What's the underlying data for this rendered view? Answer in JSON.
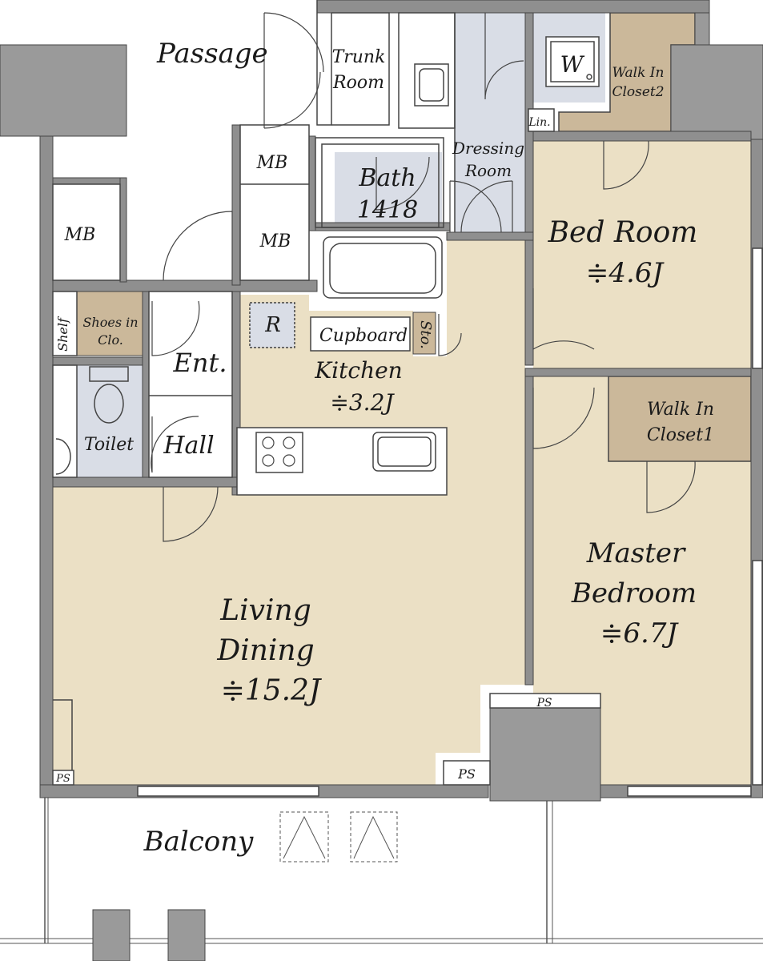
{
  "colors": {
    "wall": "#8f8f8f",
    "wall_dark": "#9a9a9a",
    "floor": "#ebe0c5",
    "closet": "#cbb89a",
    "wet": "#d9dde6",
    "white": "#ffffff",
    "line": "#444444"
  },
  "labels": {
    "passage": "Passage",
    "trunk_1": "Trunk",
    "trunk_2": "Room",
    "washer": "W",
    "walkin2_1": "Walk In",
    "walkin2_2": "Closet2",
    "lin": "Lin.",
    "mb_top": "MB",
    "mb_mid": "MB",
    "mb_left": "MB",
    "bath_1": "Bath",
    "bath_2": "1418",
    "dressing_1": "Dressing",
    "dressing_2": "Room",
    "bed_room_1": "Bed Room",
    "bed_room_2": "≑4.6J",
    "shelf": "Shelf",
    "shoes_1": "Shoes in",
    "shoes_2": "Clo.",
    "fridge": "R",
    "cupboard": "Cupboard",
    "storage": "Sto.",
    "entrance": "Ent.",
    "kitchen_1": "Kitchen",
    "kitchen_2": "≑3.2J",
    "walkin1_1": "Walk In",
    "walkin1_2": "Closet1",
    "toilet": "Toilet",
    "hall": "Hall",
    "master_1": "Master",
    "master_2": "Bedroom",
    "master_3": "≑6.7J",
    "living_1": "Living",
    "living_2": "Dining",
    "living_3": "≑15.2J",
    "ps_right": "PS",
    "ps_mid": "PS",
    "ps_left": "PS",
    "balcony": "Balcony"
  }
}
